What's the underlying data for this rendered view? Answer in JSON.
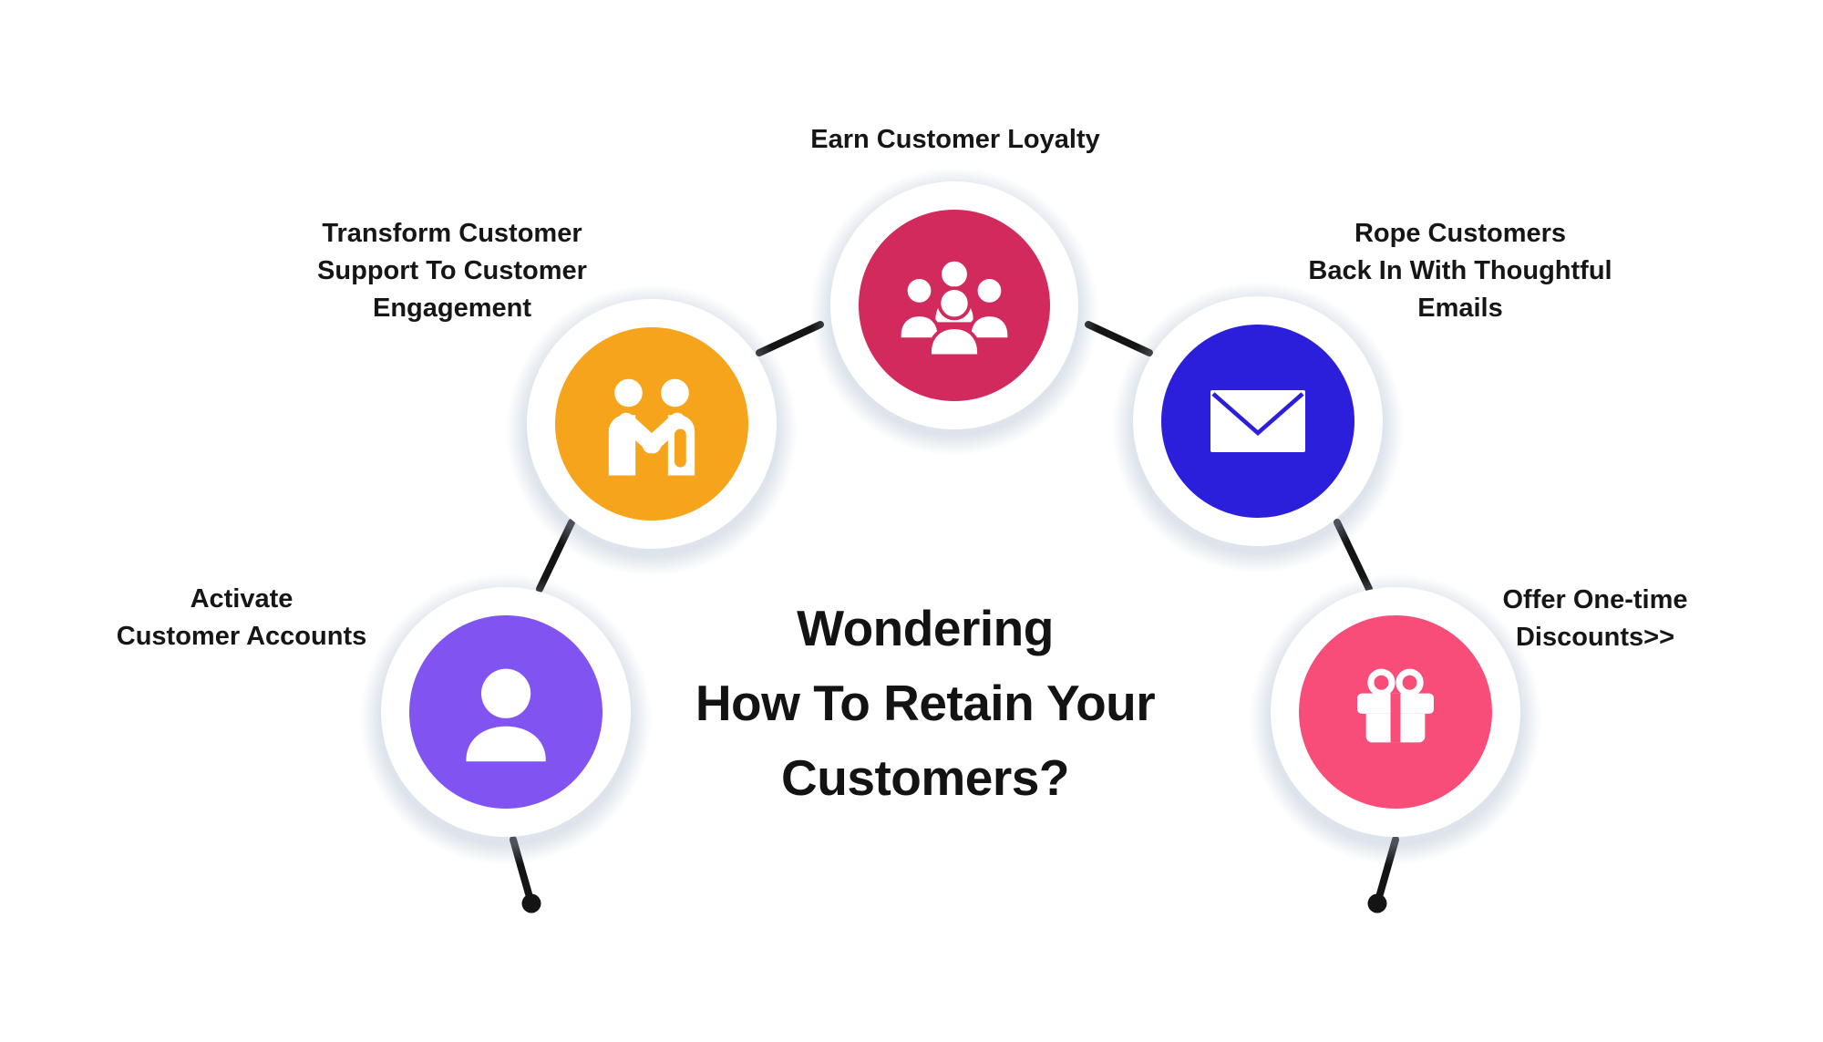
{
  "title": {
    "text": "Wondering\nHow To Retain Your\nCustomers?"
  },
  "nodes": [
    {
      "label": "Activate\nCustomer Accounts",
      "icon": "user-icon",
      "color": "#8153F1"
    },
    {
      "label": "Transform Customer\nSupport To Customer\nEngagement",
      "icon": "handshake-icon",
      "color": "#F7A41D"
    },
    {
      "label": "Earn Customer Loyalty",
      "icon": "users-icon",
      "color": "#D22A5C"
    },
    {
      "label": "Rope Customers\nBack In With Thoughtful\nEmails",
      "icon": "envelope-icon",
      "color": "#2C1FDB"
    },
    {
      "label": "Offer One-time\nDiscounts>>",
      "icon": "gift-icon",
      "color": "#F84D78"
    }
  ],
  "connectors": {
    "color": "#141414"
  },
  "background": "#ffffff",
  "ring_color": "#ffffff"
}
